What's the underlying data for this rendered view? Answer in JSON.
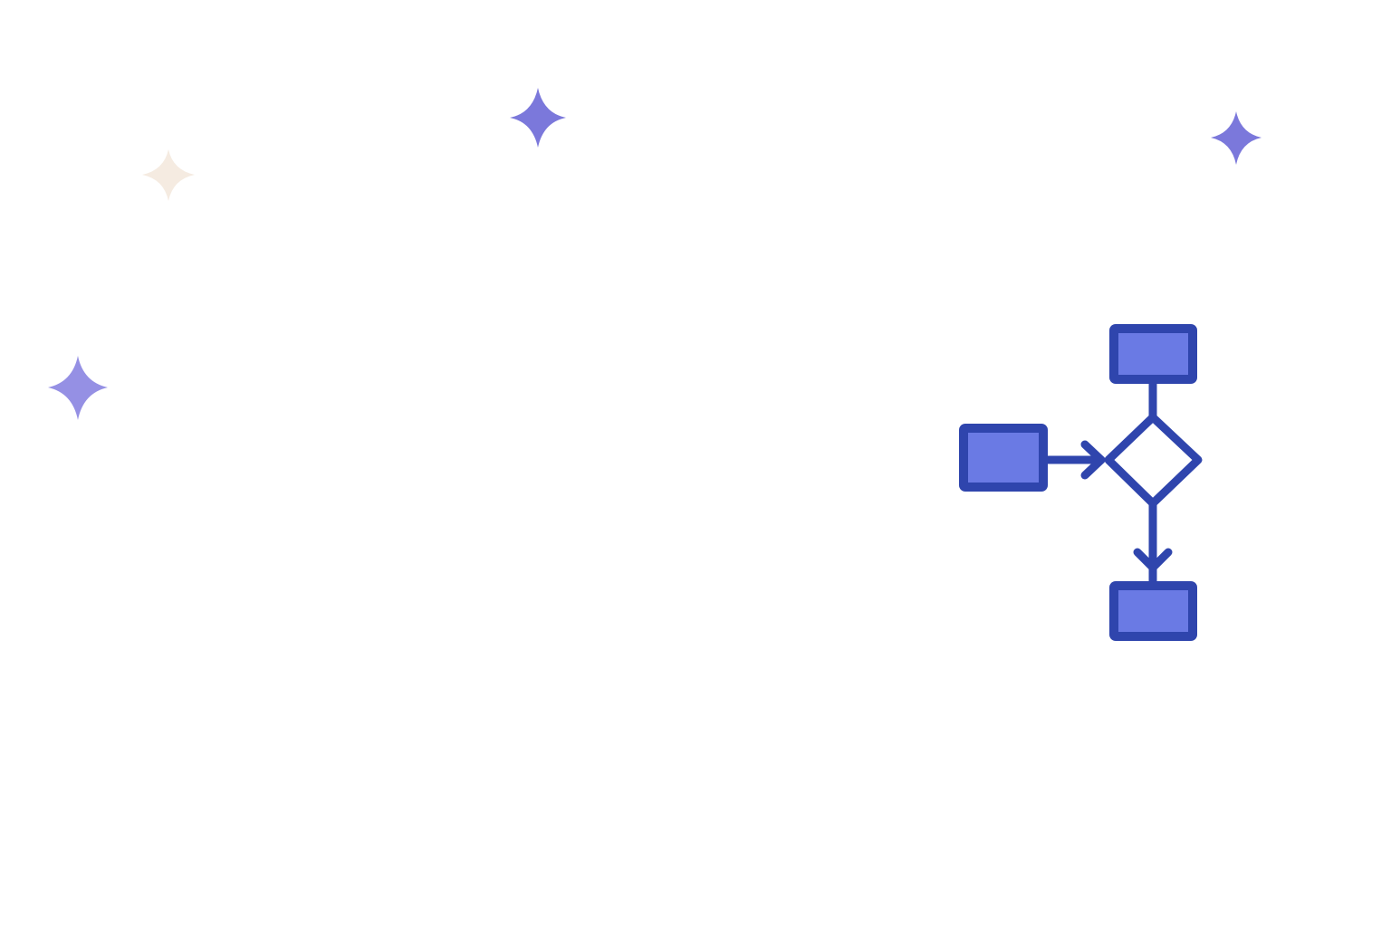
{
  "colors": {
    "background": "#ffffff",
    "node_fill": "#6a7ae4",
    "node_stroke": "#2f45ad",
    "connector": "#2f45ad",
    "decision_fill": "#ffffff",
    "sparkle_primary": "#7b78db",
    "sparkle_secondary": "#9590e4",
    "sparkle_faint": "#f5ebe1"
  },
  "icons": {
    "sparkles": [
      "sparkle-icon",
      "sparkle-icon",
      "sparkle-icon",
      "sparkle-icon"
    ],
    "flowchart": "flowchart-icon",
    "process_node": "process-box-icon",
    "decision_node": "decision-diamond-icon",
    "arrow": "arrow-icon"
  },
  "diagram": {
    "type": "flowchart",
    "nodes": [
      {
        "id": "top",
        "shape": "process",
        "label": ""
      },
      {
        "id": "left",
        "shape": "process",
        "label": ""
      },
      {
        "id": "decision",
        "shape": "decision",
        "label": ""
      },
      {
        "id": "bottom",
        "shape": "process",
        "label": ""
      }
    ],
    "edges": [
      {
        "from": "top",
        "to": "decision",
        "arrow": false
      },
      {
        "from": "left",
        "to": "decision",
        "arrow": true
      },
      {
        "from": "decision",
        "to": "bottom",
        "arrow": true
      }
    ]
  }
}
